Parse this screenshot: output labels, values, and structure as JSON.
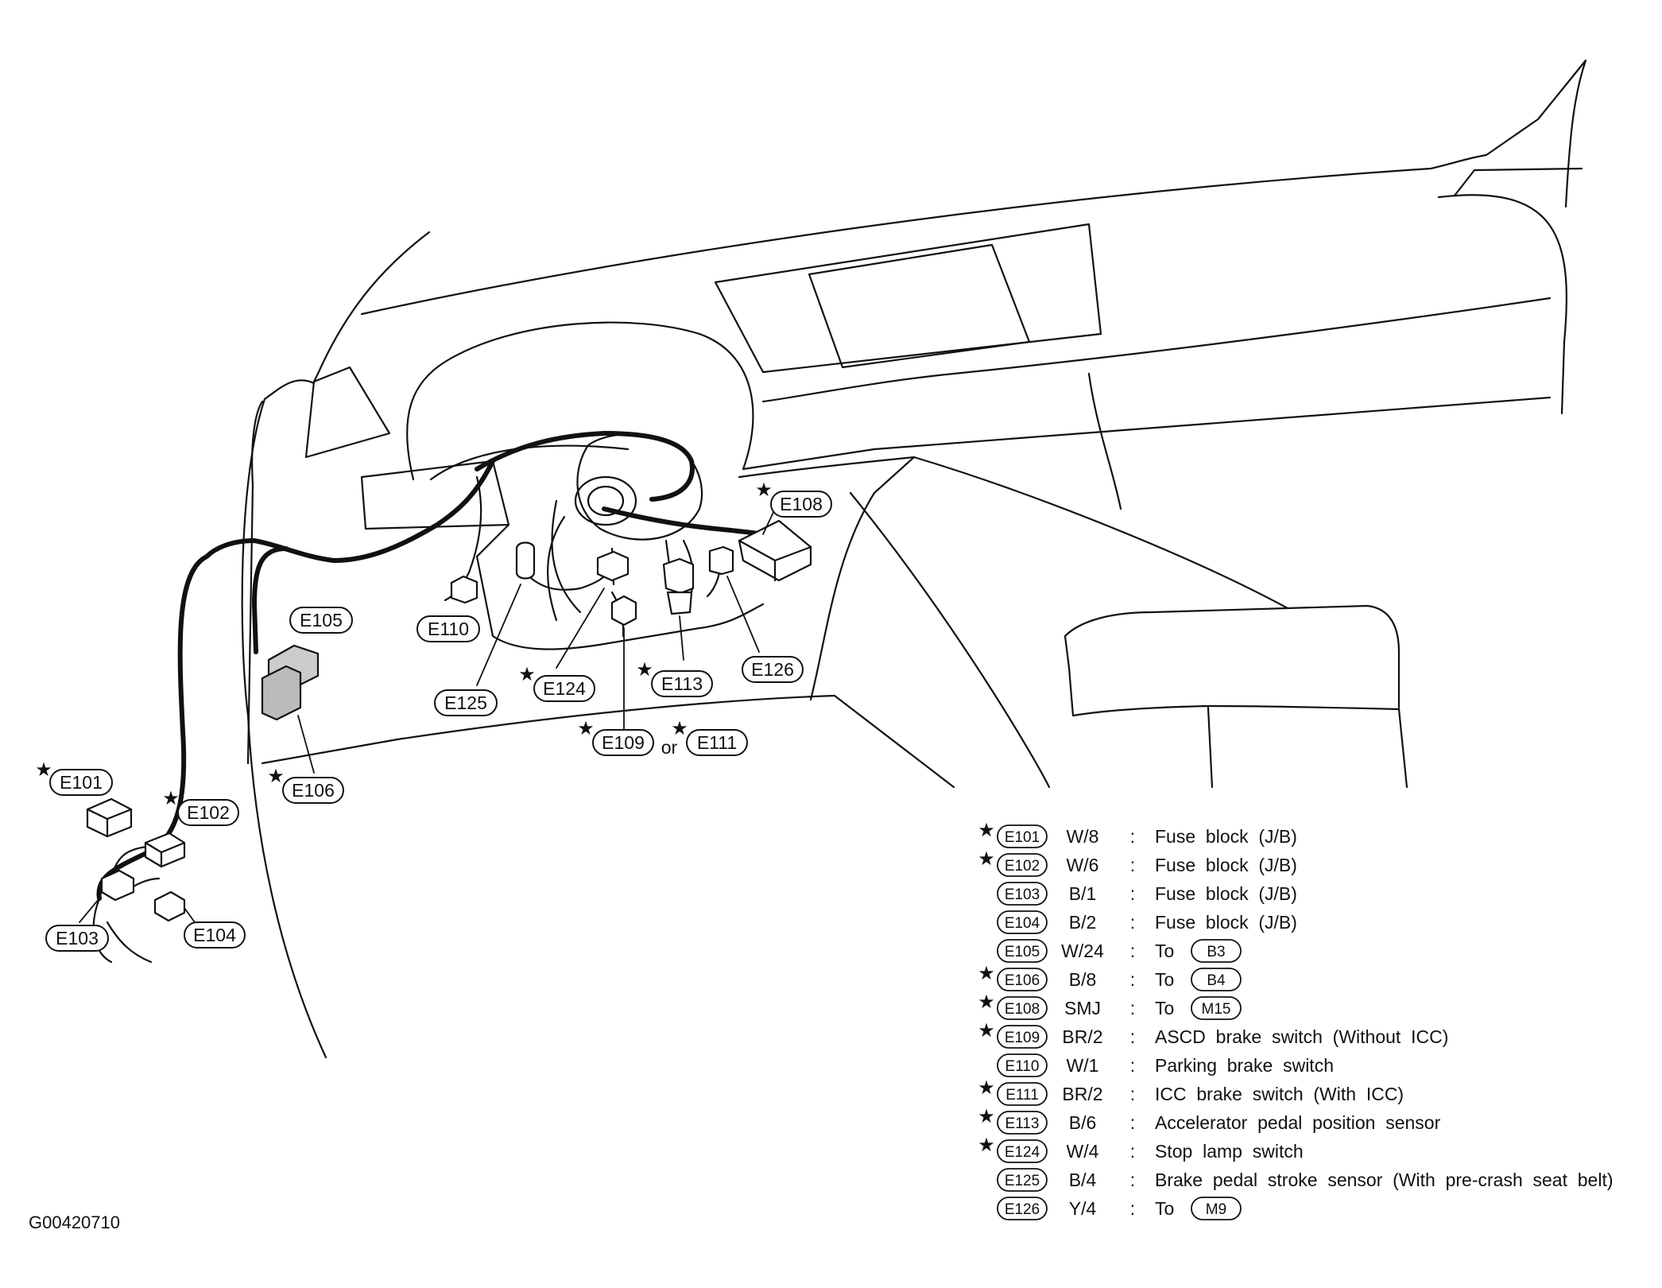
{
  "figure_id": "G00420710",
  "or_text": "or",
  "star_glyph": "★",
  "connectors": {
    "E101": "E101",
    "E102": "E102",
    "E103": "E103",
    "E104": "E104",
    "E105": "E105",
    "E106": "E106",
    "E108": "E108",
    "E109": "E109",
    "E110": "E110",
    "E111": "E111",
    "E113": "E113",
    "E124": "E124",
    "E125": "E125",
    "E126": "E126"
  },
  "legend": [
    {
      "star": true,
      "code": "E101",
      "spec": "W/8",
      "sep": ":",
      "desc": "Fuse  block  (J/B)",
      "to": ""
    },
    {
      "star": true,
      "code": "E102",
      "spec": "W/6",
      "sep": ":",
      "desc": "Fuse  block  (J/B)",
      "to": ""
    },
    {
      "star": false,
      "code": "E103",
      "spec": "B/1",
      "sep": ":",
      "desc": "Fuse  block  (J/B)",
      "to": ""
    },
    {
      "star": false,
      "code": "E104",
      "spec": "B/2",
      "sep": ":",
      "desc": "Fuse  block  (J/B)",
      "to": ""
    },
    {
      "star": false,
      "code": "E105",
      "spec": "W/24",
      "sep": ":",
      "desc": "To",
      "to": "B3"
    },
    {
      "star": true,
      "code": "E106",
      "spec": "B/8",
      "sep": ":",
      "desc": "To",
      "to": "B4"
    },
    {
      "star": true,
      "code": "E108",
      "spec": "SMJ",
      "sep": ":",
      "desc": "To",
      "to": "M15"
    },
    {
      "star": true,
      "code": "E109",
      "spec": "BR/2",
      "sep": ":",
      "desc": "ASCD  brake  switch  (Without  ICC)",
      "to": ""
    },
    {
      "star": false,
      "code": "E110",
      "spec": "W/1",
      "sep": ":",
      "desc": "Parking  brake  switch",
      "to": ""
    },
    {
      "star": true,
      "code": "E111",
      "spec": "BR/2",
      "sep": ":",
      "desc": "ICC  brake  switch  (With  ICC)",
      "to": ""
    },
    {
      "star": true,
      "code": "E113",
      "spec": "B/6",
      "sep": ":",
      "desc": "Accelerator  pedal  position  sensor",
      "to": ""
    },
    {
      "star": true,
      "code": "E124",
      "spec": "W/4",
      "sep": ":",
      "desc": "Stop  lamp  switch",
      "to": ""
    },
    {
      "star": false,
      "code": "E125",
      "spec": "B/4",
      "sep": ":",
      "desc": "Brake  pedal  stroke  sensor  (With  pre-crash  seat  belt)",
      "to": ""
    },
    {
      "star": false,
      "code": "E126",
      "spec": "Y/4",
      "sep": ":",
      "desc": "To",
      "to": "M9"
    }
  ]
}
